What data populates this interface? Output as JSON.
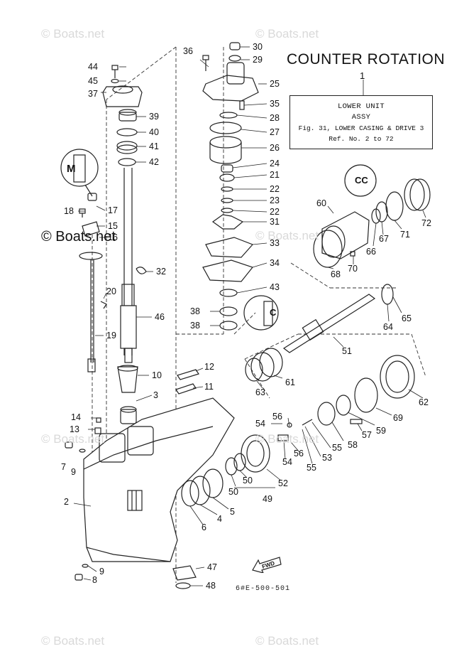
{
  "title": "COUNTER ROTATION",
  "ref_box": {
    "number": "1",
    "line1": "LOWER UNIT",
    "line2": "ASSY",
    "line3": "Fig. 31, LOWER CASING & DRIVE 3",
    "line4": "Ref. No. 2 to 72"
  },
  "watermark": "© Boats.net",
  "watermark_dark": "© Boats.net",
  "fwd_label": "FWD",
  "drawing_code": "6#E-500-501",
  "parts": [
    {
      "label": "44"
    },
    {
      "label": "45"
    },
    {
      "label": "37"
    },
    {
      "label": "39"
    },
    {
      "label": "40"
    },
    {
      "label": "41"
    },
    {
      "label": "42"
    },
    {
      "label": "17"
    },
    {
      "label": "18"
    },
    {
      "label": "15"
    },
    {
      "label": "16"
    },
    {
      "label": "32"
    },
    {
      "label": "20"
    },
    {
      "label": "46"
    },
    {
      "label": "19"
    },
    {
      "label": "10"
    },
    {
      "label": "3"
    },
    {
      "label": "14"
    },
    {
      "label": "13"
    },
    {
      "label": "7"
    },
    {
      "label": "9"
    },
    {
      "label": "2"
    },
    {
      "label": "9"
    },
    {
      "label": "8"
    },
    {
      "label": "47"
    },
    {
      "label": "48"
    },
    {
      "label": "36"
    },
    {
      "label": "30"
    },
    {
      "label": "29"
    },
    {
      "label": "25"
    },
    {
      "label": "35"
    },
    {
      "label": "28"
    },
    {
      "label": "27"
    },
    {
      "label": "26"
    },
    {
      "label": "24"
    },
    {
      "label": "21"
    },
    {
      "label": "22"
    },
    {
      "label": "23"
    },
    {
      "label": "22"
    },
    {
      "label": "31"
    },
    {
      "label": "33"
    },
    {
      "label": "34"
    },
    {
      "label": "43"
    },
    {
      "label": "38"
    },
    {
      "label": "38"
    },
    {
      "label": "12"
    },
    {
      "label": "11"
    },
    {
      "label": "60"
    },
    {
      "label": "68"
    },
    {
      "label": "70"
    },
    {
      "label": "66"
    },
    {
      "label": "67"
    },
    {
      "label": "71"
    },
    {
      "label": "72"
    },
    {
      "label": "65"
    },
    {
      "label": "64"
    },
    {
      "label": "51"
    },
    {
      "label": "61"
    },
    {
      "label": "63"
    },
    {
      "label": "62"
    },
    {
      "label": "69"
    },
    {
      "label": "59"
    },
    {
      "label": "57"
    },
    {
      "label": "58"
    },
    {
      "label": "55"
    },
    {
      "label": "53"
    },
    {
      "label": "55"
    },
    {
      "label": "56"
    },
    {
      "label": "56"
    },
    {
      "label": "54"
    },
    {
      "label": "54"
    },
    {
      "label": "52"
    },
    {
      "label": "50"
    },
    {
      "label": "50"
    },
    {
      "label": "49"
    },
    {
      "label": "5"
    },
    {
      "label": "4"
    },
    {
      "label": "6"
    }
  ]
}
